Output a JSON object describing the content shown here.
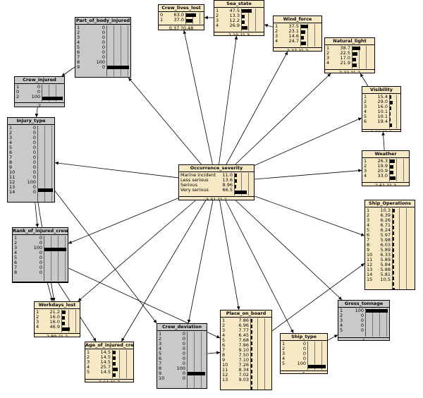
{
  "nodes": {
    "crew_lives_lost": {
      "title": "Crew_lives_lost",
      "states": [
        "0",
        "1"
      ],
      "values": [
        "63.0",
        "37.0"
      ],
      "pct": [
        63,
        37
      ],
      "footer": "0.37 ?0.48"
    },
    "sea_state": {
      "title": "Sea_state",
      "states": [
        "1",
        "2",
        "3",
        "4"
      ],
      "values": [
        "47.5",
        "13.3",
        "12.2",
        "26.9"
      ],
      "pct": [
        47.5,
        13.3,
        12.2,
        26.9
      ],
      "footer": "2.19 ?1.3"
    },
    "wind_force": {
      "title": "Wind_force",
      "states": [
        "1",
        "2",
        "3",
        "4"
      ],
      "values": [
        "37.5",
        "23.1",
        "14.6",
        "24.7"
      ],
      "pct": [
        37.5,
        23.1,
        14.6,
        24.7
      ],
      "footer": "2.27 ?1.2"
    },
    "natural_light": {
      "title": "Natural_light",
      "states": [
        "1",
        "2",
        "3",
        "4"
      ],
      "values": [
        "38.7",
        "22.5",
        "17.0",
        "21.9"
      ],
      "pct": [
        38.7,
        22.5,
        17,
        21.9
      ],
      "footer": "2.22 ?1.2"
    },
    "part_of_body_injured": {
      "title": "Part_of_body_injured",
      "states": [
        "1",
        "2",
        "3",
        "4",
        "5",
        "6",
        "7",
        "8",
        "9"
      ],
      "values": [
        "0",
        "0",
        "0",
        "0",
        "0",
        "0",
        "0",
        "100",
        "0"
      ],
      "pct": [
        0,
        0,
        0,
        0,
        0,
        0,
        0,
        100,
        0
      ],
      "footer": "8"
    },
    "crew_injured": {
      "title": "Crew_injured",
      "states": [
        "1",
        "0",
        "2"
      ],
      "values": [
        "0",
        "0",
        "100"
      ],
      "pct": [
        0,
        0,
        100
      ],
      "footer": "2"
    },
    "visibility": {
      "title": "Visibility",
      "states": [
        "1",
        "2",
        "3",
        "4",
        "5",
        "6"
      ],
      "values": [
        "15.4",
        "29.0",
        "16.0",
        "10.1",
        "10.1",
        "19.4"
      ],
      "pct": [
        15.4,
        29,
        16,
        10.1,
        10.1,
        19.4
      ],
      "footer": "3.29 ?1.8"
    },
    "injury_type": {
      "title": "Injury_type",
      "states": [
        "1",
        "2",
        "3",
        "4",
        "5",
        "6",
        "7",
        "8",
        "9",
        "10",
        "11",
        "12",
        "13",
        "14"
      ],
      "values": [
        "0",
        "0",
        "0",
        "0",
        "0",
        "0",
        "0",
        "0",
        "0",
        "0",
        "0",
        "100",
        "0",
        "0"
      ],
      "pct": [
        0,
        0,
        0,
        0,
        0,
        0,
        0,
        0,
        0,
        0,
        0,
        100,
        0,
        0
      ],
      "footer": "12"
    },
    "weather": {
      "title": "Weather",
      "states": [
        "1",
        "2",
        "3",
        "4"
      ],
      "values": [
        "26.3",
        "19.9",
        "20.9",
        "33.0"
      ],
      "pct": [
        26.3,
        19.9,
        20.9,
        33
      ],
      "footer": "2.61 ?1.2"
    },
    "occurrence_severity": {
      "title": "Occurrence_severity",
      "states": [
        "Marine incident",
        "Less serious",
        "Serious",
        "Very serious"
      ],
      "values": [
        "11.0",
        "13.6",
        "8.96",
        "66.5"
      ],
      "pct": [
        11,
        13.6,
        8.96,
        66.5
      ],
      "footer": "3.31 ?1.1"
    },
    "ship_operations": {
      "title": "Ship_Operations",
      "states": [
        "1",
        "2",
        "3",
        "4",
        "5",
        "6",
        "7",
        "8",
        "9",
        "10",
        "11",
        "12",
        "13",
        "14",
        "15"
      ],
      "values": [
        "10.3",
        "6.39",
        "6.26",
        "6.71",
        "6.24",
        "5.97",
        "5.98",
        "6.03",
        "5.89",
        "6.33",
        "5.89",
        "5.84",
        "5.88",
        "5.81",
        "10.5"
      ],
      "pct": [
        10.3,
        6.39,
        6.26,
        6.71,
        6.24,
        5.97,
        5.98,
        6.03,
        5.89,
        6.33,
        5.89,
        5.84,
        5.88,
        5.81,
        10.5
      ],
      "footer": "7.92 ?4.6"
    },
    "rank_of_injured_crew": {
      "title": "Rank_of_injured_crew",
      "states": [
        "1",
        "2",
        "3",
        "4",
        "5",
        "6",
        "7",
        "8"
      ],
      "values": [
        "0",
        "0",
        "100",
        "0",
        "0",
        "0",
        "0",
        "0"
      ],
      "pct": [
        0,
        0,
        100,
        0,
        0,
        0,
        0,
        0
      ],
      "footer": "3"
    },
    "workdays_lost": {
      "title": "Workdays_lost",
      "states": [
        "1",
        "2",
        "3",
        "4"
      ],
      "values": [
        "21.2",
        "16.0",
        "16.0",
        "46.9"
      ],
      "pct": [
        21.2,
        16,
        16,
        46.9
      ],
      "footer": "2.89 ?1.2"
    },
    "age_of_injured_crew": {
      "title": "Age_of_injured_crew",
      "states": [
        "1",
        "2",
        "3",
        "4",
        "5"
      ],
      "values": [
        "14.5",
        "14.5",
        "14.5",
        "25.7",
        "14.5"
      ],
      "pct": [
        14.5,
        14.5,
        14.5,
        25.7,
        14.5
      ],
      "footer": "3.64 ?1.7"
    },
    "crew_deviation": {
      "title": "Crew_deviation",
      "states": [
        "1",
        "2",
        "3",
        "4",
        "5",
        "6",
        "7",
        "8",
        "9",
        "10"
      ],
      "values": [
        "0",
        "0",
        "0",
        "0",
        "0",
        "0",
        "0",
        "100",
        "0",
        "0"
      ],
      "pct": [
        0,
        0,
        0,
        0,
        0,
        0,
        0,
        100,
        0,
        0
      ],
      "footer": "8"
    },
    "place_on_board": {
      "title": "Place_on_board",
      "states": [
        "1",
        "2",
        "3",
        "4",
        "5",
        "6",
        "7",
        "8",
        "9",
        "10",
        "11",
        "12",
        "13"
      ],
      "values": [
        "7.86",
        "6.96",
        "7.77",
        "6.45",
        "7.68",
        "7.86",
        "9.10",
        "7.50",
        "7.10",
        "7.26",
        "8.34",
        "7.02",
        "9.03"
      ],
      "pct": [
        7.86,
        6.96,
        7.77,
        6.45,
        7.68,
        7.86,
        9.1,
        7.5,
        7.1,
        7.26,
        8.34,
        7.02,
        9.03
      ],
      "footer": "7.11 ?3.8"
    },
    "ship_type": {
      "title": "Ship_type",
      "states": [
        "1",
        "2",
        "3",
        "4",
        "5"
      ],
      "values": [
        "0",
        "0",
        "0",
        "0",
        "100"
      ],
      "pct": [
        0,
        0,
        0,
        0,
        100
      ],
      "footer": "5"
    },
    "gross_tonnage": {
      "title": "Gross_tonnage",
      "states": [
        "1",
        "2",
        "3",
        "4",
        "5"
      ],
      "values": [
        "100",
        "0",
        "0",
        "0",
        "0"
      ],
      "pct": [
        100,
        0,
        0,
        0,
        0
      ],
      "footer": "1"
    }
  },
  "colors": {
    "beige": "#f6e9c3",
    "gray": "#c9c9c9",
    "bar": "#000000",
    "edge": "#000000"
  }
}
